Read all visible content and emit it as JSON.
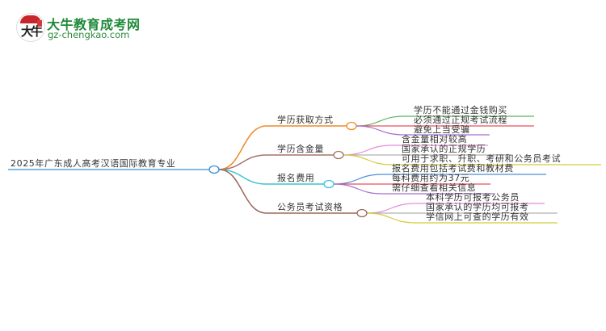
{
  "logo": {
    "title": "大牛教育成考网",
    "url": "gz-chengkao.com",
    "badge_glyph": "大牛",
    "brand_color": "#1f8a3a"
  },
  "root": {
    "label": "2025年广东成人高考汉语国际教育专业",
    "line_color": "#3b8fd4"
  },
  "branches": [
    {
      "label": "学历获取方式",
      "color": "#f08a24",
      "children": [
        {
          "label": "学历不能通过金钱购买",
          "color": "#5cb85c"
        },
        {
          "label": "必须通过正规考试流程",
          "color": "#e8505b"
        },
        {
          "label": "避免上当受骗",
          "color": "#a86fd1"
        }
      ]
    },
    {
      "label": "学历含金量",
      "color": "#a6736b",
      "children": [
        {
          "label": "含金量相对较高",
          "color": "#e88ad8"
        },
        {
          "label": "国家承认的正规学历",
          "color": "#b0b0b0"
        },
        {
          "label": "可用于求职、升职、考研和公务员考试",
          "color": "#d4cc3a"
        }
      ]
    },
    {
      "label": "报名费用",
      "color": "#3cc3d4",
      "children": [
        {
          "label": "报名费用包括考试费和教材费",
          "color": "#4a8fd4"
        },
        {
          "label": "每科费用约为37元",
          "color": "#e8505b"
        },
        {
          "label": "需仔细查看相关信息",
          "color": "#a86fd1"
        }
      ]
    },
    {
      "label": "公务员考试资格",
      "color": "#9a6a5a",
      "children": [
        {
          "label": "本科学历可报考公务员",
          "color": "#e88ad8"
        },
        {
          "label": "国家承认的学历均可报考",
          "color": "#b0b0b0"
        },
        {
          "label": "学信网上可查的学历有效",
          "color": "#d4cc3a"
        }
      ]
    }
  ]
}
